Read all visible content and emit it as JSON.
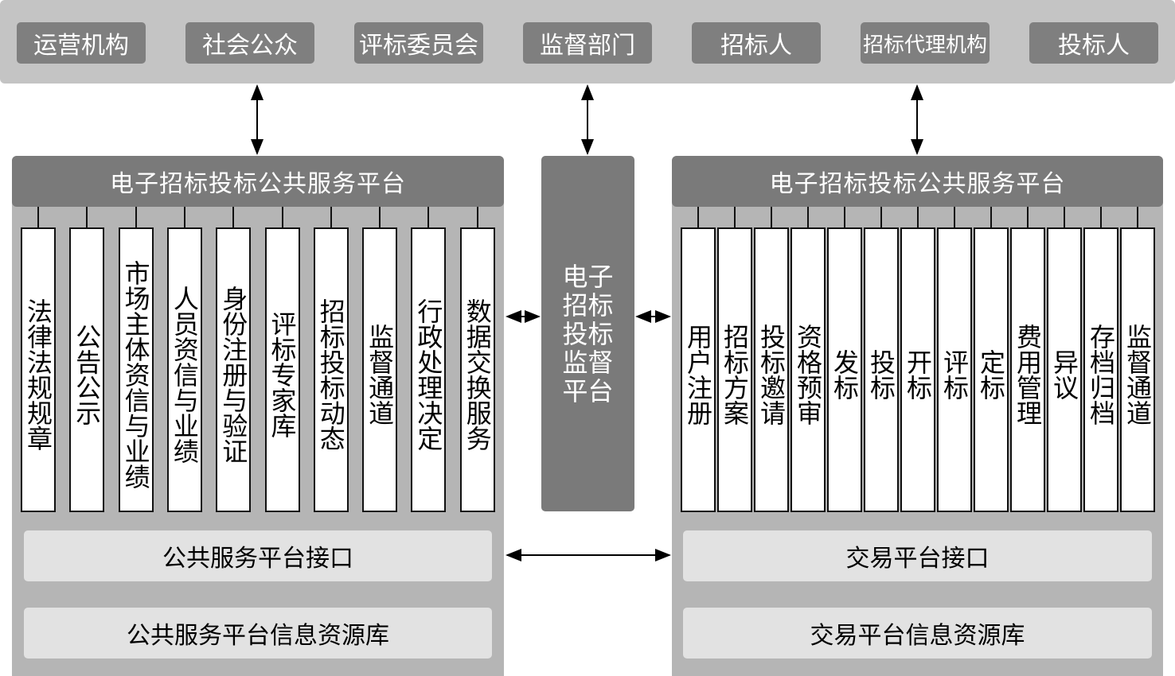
{
  "roles": [
    "运营机构",
    "社会公众",
    "评标委员会",
    "监督部门",
    "招标人",
    "招标代理机构",
    "投标人"
  ],
  "left_panel": {
    "title": "电子招标投标公共服务平台",
    "modules": [
      "法律法规规章",
      "公告公示",
      "市场主体资信与业绩",
      "人员资信与业绩",
      "身份注册与验证",
      "评标专家库",
      "招标投标动态",
      "监督通道",
      "行政处理决定",
      "数据交换服务"
    ],
    "interface": "公共服务平台接口",
    "database": "公共服务平台信息资源库"
  },
  "middle": {
    "title": "电子招标投标监督平台"
  },
  "right_panel": {
    "title": "电子招标投标公共服务平台",
    "modules": [
      "用户注册",
      "招标方案",
      "投标邀请",
      "资格预审",
      "发标",
      "投标",
      "开标",
      "评标",
      "定标",
      "费用管理",
      "异议",
      "存档归档",
      "监督通道"
    ],
    "interface": "交易平台接口",
    "database": "交易平台信息资源库"
  },
  "colors": {
    "panel": "#b5b5b5",
    "header": "#7a7a7a",
    "bar": "#e2e2e2",
    "top": "#c4c4c4"
  }
}
